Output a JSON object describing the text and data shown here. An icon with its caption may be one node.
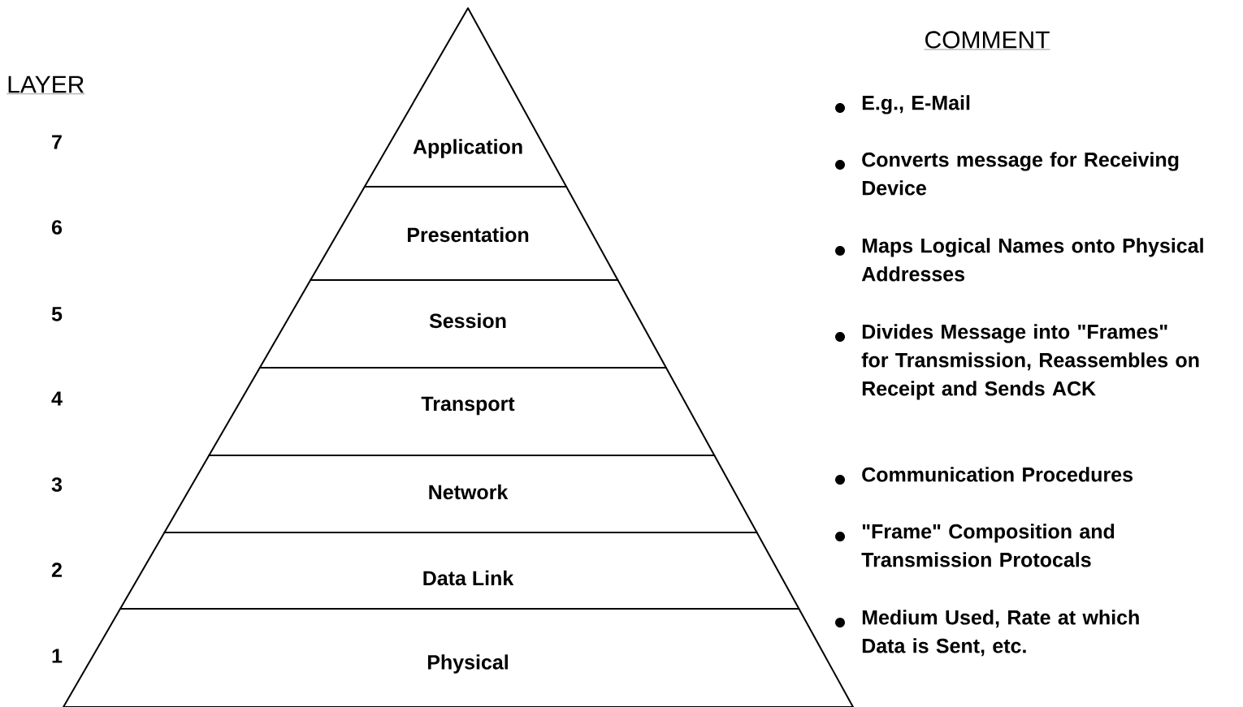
{
  "diagram": {
    "nodes": [
      {
        "text": [
          "Application"
        ]
      },
      {
        "text": [
          "Presentation"
        ]
      },
      {
        "text": [
          "Session"
        ]
      },
      {
        "text": [
          "Transport"
        ]
      },
      {
        "text": [
          "Network"
        ]
      },
      {
        "text": [
          "Data Link"
        ]
      },
      {
        "text": [
          "Physical"
        ]
      }
    ],
    "labels": [
      "LAYER",
      "7",
      "6",
      "5",
      "4",
      "3",
      "2",
      "1",
      "COMMENT",
      "E.g.,  E-Mail",
      "Converts message for Receiving Device",
      "Maps Logical Names onto Physical Addresses",
      "Divides Message into \"Frames\" for Transmission, Reassembles on Receipt and Sends ACK",
      "Communication Procedures",
      "\"Frame\" Composition and Transmission Protocals",
      "Medium Used, Rate at which Data is Sent, etc."
    ]
  }
}
